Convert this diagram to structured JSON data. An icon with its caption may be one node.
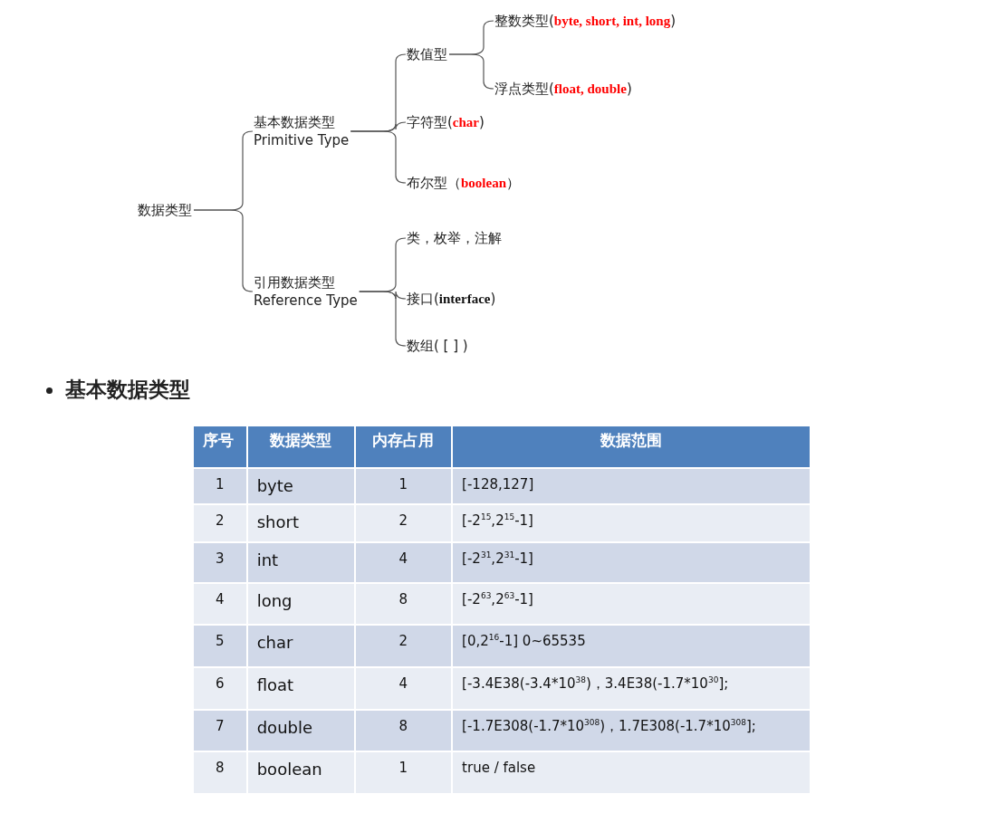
{
  "diagram": {
    "nodes": [
      {
        "text": [
          "数据类型"
        ]
      },
      {
        "text": [
          "基本数据类型",
          "Primitive Type"
        ]
      },
      {
        "text": [
          "引用数据类型",
          "Reference Type"
        ]
      },
      {
        "text": [
          "数值型"
        ]
      },
      {
        "text": [
          "字符型(**char**)"
        ]
      },
      {
        "text": [
          "布尔型（**boolean**）"
        ]
      },
      {
        "text": [
          "整数类型(**byte, short, int, long**)"
        ]
      },
      {
        "text": [
          "浮点类型(**float, double**)"
        ]
      },
      {
        "text": [
          "类，枚举，注解"
        ]
      },
      {
        "text": [
          "接口(**interface**)"
        ]
      },
      {
        "text": [
          "数组( [ ] )"
        ]
      }
    ],
    "edges": [
      {
        "from": 0,
        "to": 1,
        "arrow": "none"
      },
      {
        "from": 0,
        "to": 2,
        "arrow": "none"
      },
      {
        "from": 1,
        "to": 3,
        "arrow": "none"
      },
      {
        "from": 1,
        "to": 4,
        "arrow": "none"
      },
      {
        "from": 1,
        "to": 5,
        "arrow": "none"
      },
      {
        "from": 3,
        "to": 6,
        "arrow": "none"
      },
      {
        "from": 3,
        "to": 7,
        "arrow": "none"
      },
      {
        "from": 2,
        "to": 8,
        "arrow": "none"
      },
      {
        "from": 2,
        "to": 9,
        "arrow": "none"
      },
      {
        "from": 2,
        "to": 10,
        "arrow": "none"
      }
    ],
    "labels": [
      "基本数据类型",
      "序号",
      "数据类型",
      "内存占用",
      "数据范围",
      "1",
      "byte",
      "1",
      "[-128,127]",
      "2",
      "short",
      "2",
      "[-2$^{15}$,2$^{15}$-1]",
      "3",
      "int",
      "4",
      "[-2$^{31}$,2$^{31}$-1]",
      "4",
      "long",
      "8",
      "[-2$^{63}$,2$^{63}$-1]",
      "5",
      "char",
      "2",
      "[0,2$^{16}$-1]  0~65535",
      "6",
      "float",
      "4",
      "[-3.4E38(-3.4*10$^{38}$)，3.4E38(-1.7*10$^{30}$];",
      "7",
      "double",
      "8",
      "[-1.7E308(-1.7*10$^{308}$)，1.7E308(-1.7*10$^{308}$];",
      "8",
      "boolean",
      "1",
      "true / false"
    ]
  }
}
